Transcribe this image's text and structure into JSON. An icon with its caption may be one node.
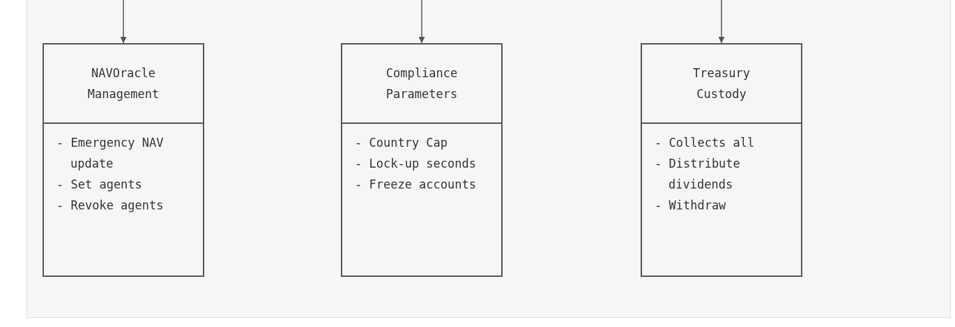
{
  "diagram": {
    "nodes": [
      {
        "text": [
          "NAVOracle Management",
          "- Emergency NAV update",
          "- Set agents",
          "- Revoke agents"
        ]
      },
      {
        "text": [
          "Compliance Parameters",
          "- Country Cap",
          "- Lock-up seconds",
          "- Freeze accounts"
        ]
      },
      {
        "text": [
          "Treasury Custody",
          "- Collects all",
          "- Distribute dividends",
          "- Withdraw"
        ]
      }
    ],
    "edges": [
      {
        "from": null,
        "to": 0,
        "arrow": "to"
      },
      {
        "from": null,
        "to": 1,
        "arrow": "to"
      },
      {
        "from": null,
        "to": 2,
        "arrow": "to"
      }
    ]
  }
}
